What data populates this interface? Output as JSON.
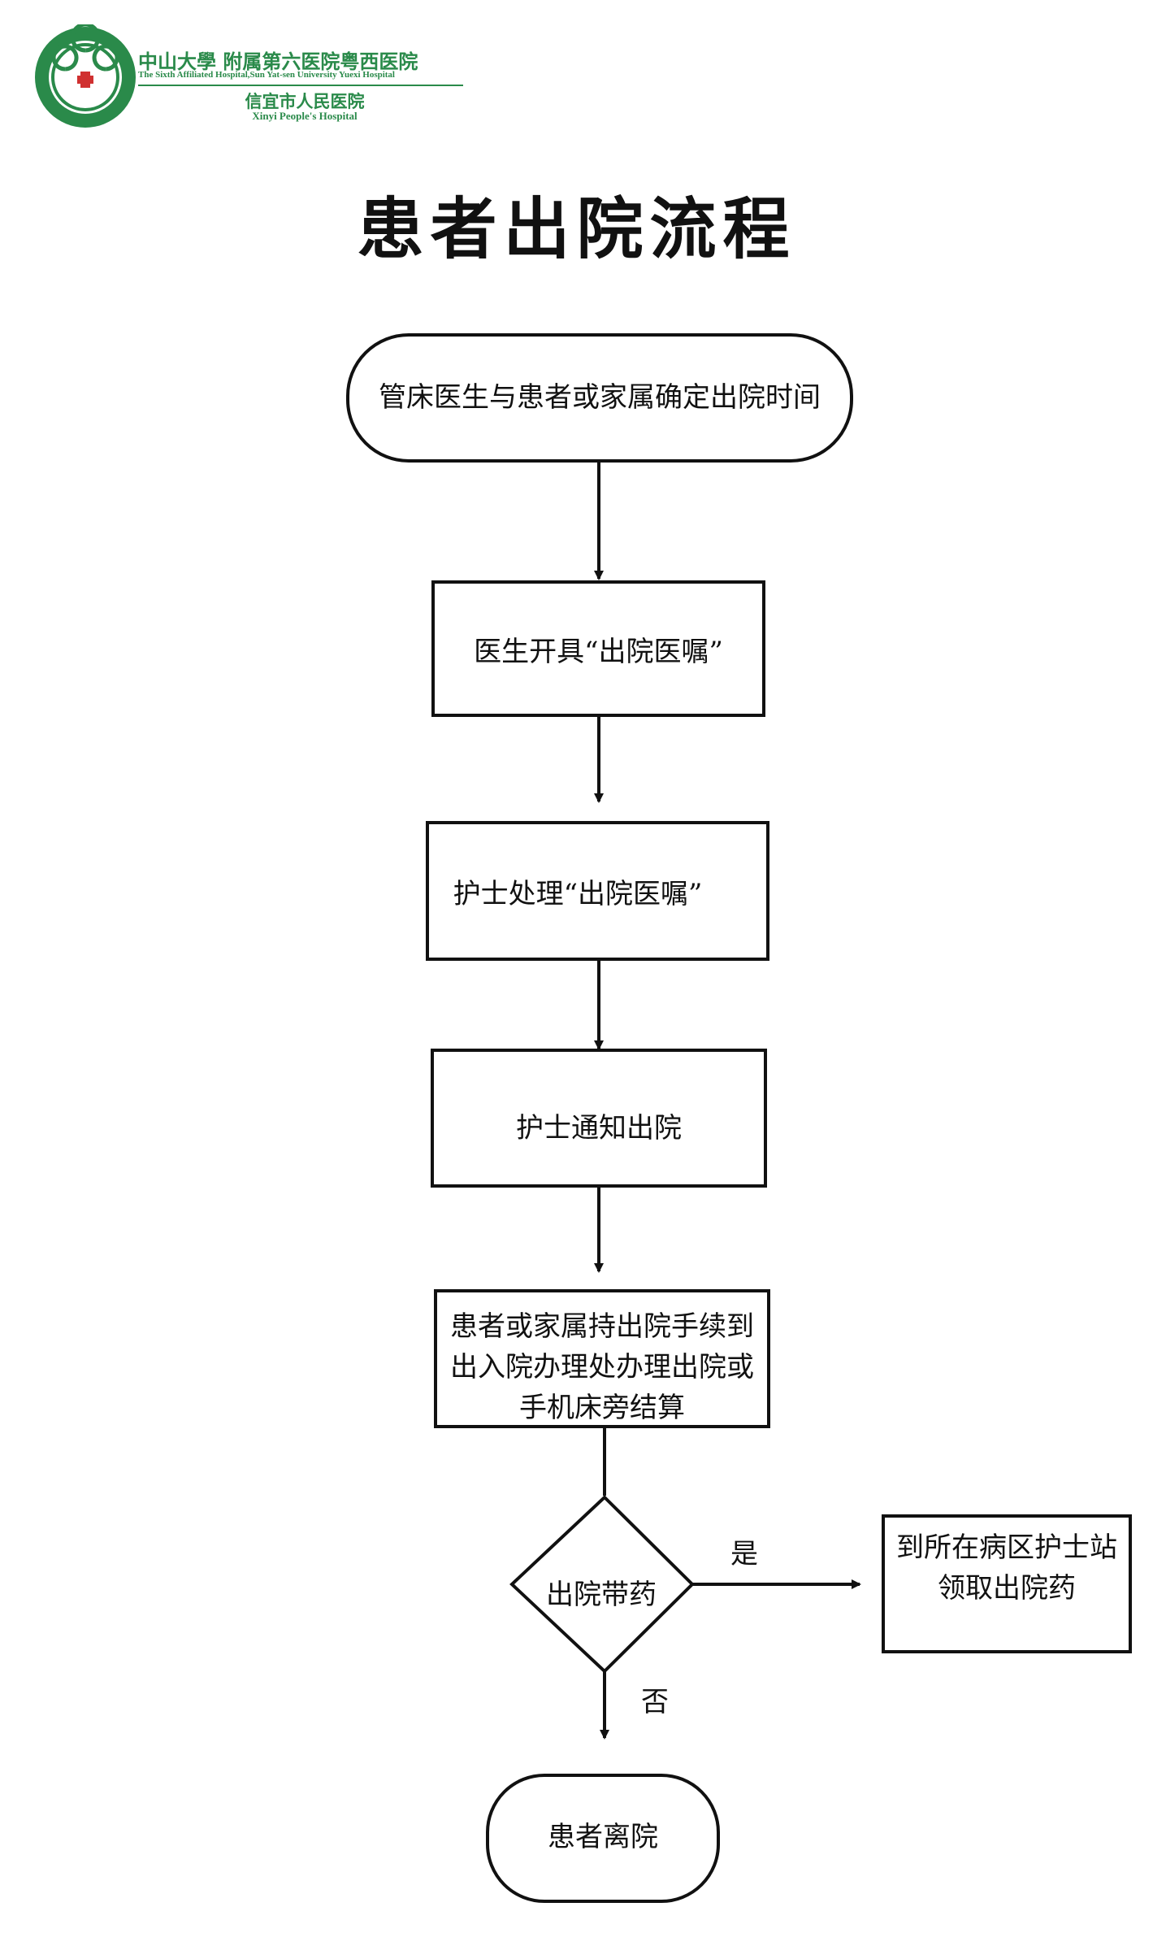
{
  "header": {
    "logo_cn_main": "中山大學 附属第六医院粤西医院",
    "logo_en_main": "The Sixth Affiliated Hospital,Sun Yat-sen University Yuexi Hospital",
    "logo_cn_sub": "信宜市人民医院",
    "logo_en_sub": "Xinyi People's Hospital"
  },
  "title": "患者出院流程",
  "colors": {
    "brand_green": "#2a8a4a",
    "line": "#111111"
  },
  "flow": {
    "start": "管床医生与患者或家属确定出院时间",
    "step1": "医生开具“出院医嘱”",
    "step2": "护士处理“出院医嘱”",
    "step3": "护士通知出院",
    "step4": [
      "患者或家属持出院手续到",
      "出入院办理处办理出院或",
      "手机床旁结算"
    ],
    "decision": "出院带药",
    "yes_label": "是",
    "no_label": "否",
    "yes_box": [
      "到所在病区护士站",
      "领取出院药"
    ],
    "end": "患者离院"
  }
}
